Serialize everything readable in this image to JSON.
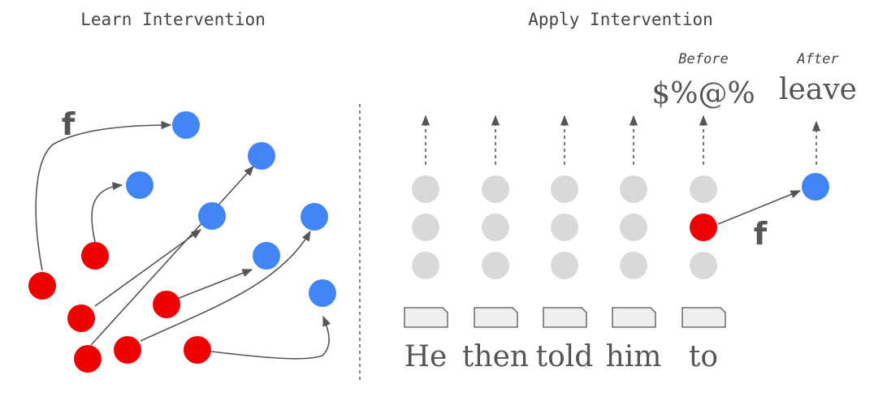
{
  "learn_panel": {
    "title": "Learn Intervention",
    "f_label": "f",
    "colors": {
      "source": "#ee0000",
      "target": "#4285f4",
      "arrow": "#555555"
    }
  },
  "apply_panel": {
    "title": "Apply Intervention",
    "tokens": [
      "He",
      "then",
      "told",
      "him",
      "to"
    ],
    "before_label": "Before",
    "before_output": "$%@%",
    "after_label": "After",
    "after_output": "leave",
    "f_label": "f",
    "colors": {
      "hidden": "#d9d9d9",
      "intervened": "#ee0000",
      "result": "#4285f4"
    }
  }
}
